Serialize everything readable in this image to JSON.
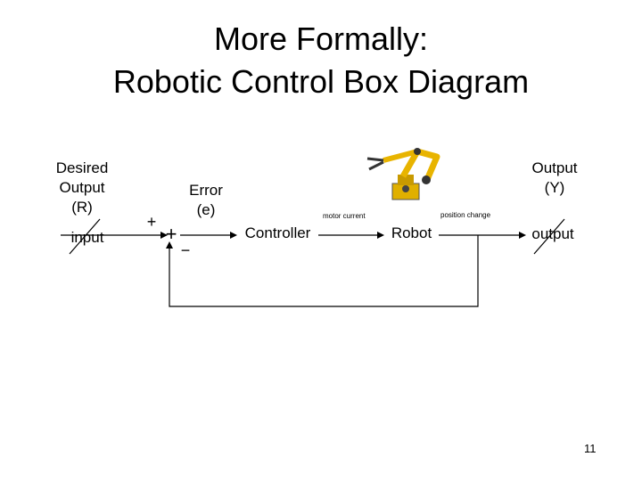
{
  "title": {
    "line1": "More Formally:",
    "line2": "Robotic Control Box Diagram"
  },
  "diagram": {
    "desired_output": [
      "Desired",
      "Output",
      "(R)"
    ],
    "input_label": "input",
    "plus_top": "+",
    "plus_junction": "+",
    "minus": "−",
    "error": [
      "Error",
      "(e)"
    ],
    "controller": "Controller",
    "motor_current": "motor current",
    "robot": "Robot",
    "position_change": "position change",
    "output_label_lines": [
      "Output",
      "(Y)"
    ],
    "output_label": "output",
    "image_icon": "robot-arm-photo"
  },
  "page_number": "11"
}
